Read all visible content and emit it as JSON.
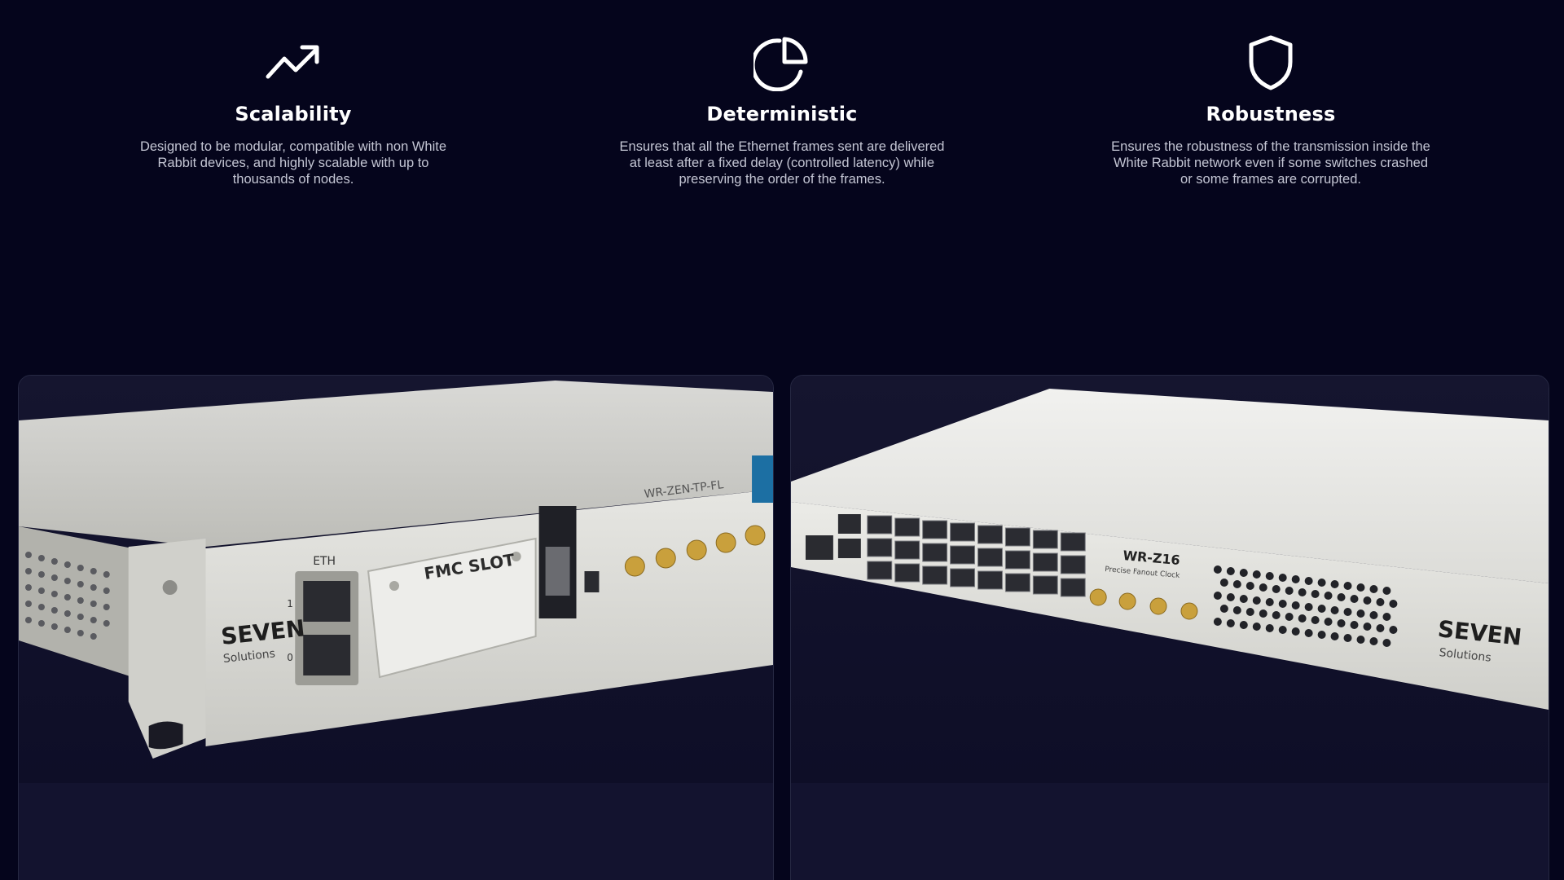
{
  "features": [
    {
      "icon": "trending-up-icon",
      "title": "Scalability",
      "description": "Designed to be modular, compatible with non White Rabbit devices, and highly scalable with up to thousands of nodes."
    },
    {
      "icon": "pie-chart-icon",
      "title": "Deterministic",
      "description": "Ensures that all the Ethernet frames sent are delivered at least after a fixed delay (controlled latency) while preserving the order of the frames."
    },
    {
      "icon": "shield-icon",
      "title": "Robustness",
      "description": "Ensures the robustness of the transmission inside the White Rabbit network even if some switches crashed or some frames are corrupted."
    }
  ],
  "products": [
    {
      "image_labels": {
        "eth": "ETH",
        "port_1": "1",
        "port_0": "0",
        "fmc": "FMC SLOT",
        "model": "WR-ZEN-TP-FL",
        "brand": "SEVEN",
        "brand_sub": "Solutions"
      }
    },
    {
      "image_labels": {
        "model": "WR-Z16",
        "model_sub": "Precise Fanout Clock",
        "brand": "SEVEN",
        "brand_sub": "Solutions"
      }
    }
  ],
  "colors": {
    "background": "#05051c",
    "card_background": "#12122d",
    "card_border": "#262842",
    "text_primary": "#ffffff",
    "text_secondary": "#c4c6d4",
    "connector_gold": "#c9a03c"
  }
}
